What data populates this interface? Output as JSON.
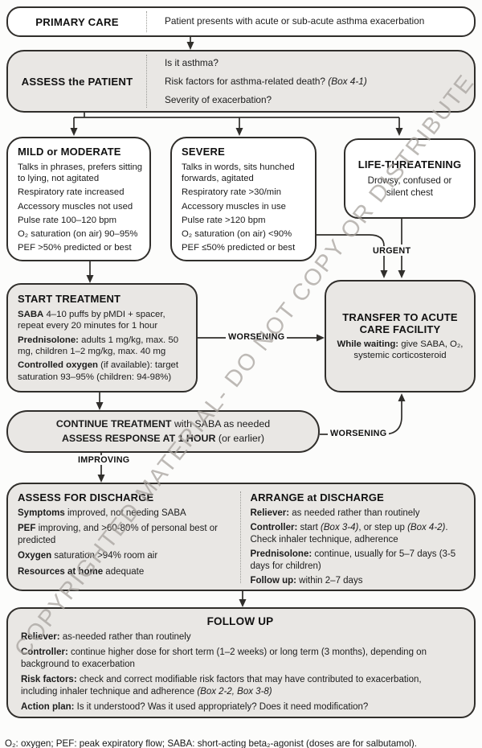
{
  "colors": {
    "box_fill": "#e9e7e4",
    "box_border": "#302e2b",
    "watermark": "#a5a09b"
  },
  "watermark": "COPYRIGHTED MATERIAL- DO NOT COPY OR DISTRIBUTE",
  "primary_care": {
    "title": "PRIMARY CARE",
    "description": "Patient presents with acute or sub-acute asthma exacerbation"
  },
  "assess_patient": {
    "title": "ASSESS the PATIENT",
    "q1": "Is it asthma?",
    "q2_text": "Risk factors for asthma-related death? ",
    "q2_ref": "(Box 4-1)",
    "q3": "Severity of exacerbation?"
  },
  "mild_moderate": {
    "title": "MILD or MODERATE",
    "items": [
      "Talks in phrases, prefers sitting to lying, not agitated",
      "Respiratory rate increased",
      "Accessory muscles not used",
      "Pulse rate 100–120 bpm",
      "O₂ saturation (on air) 90–95%",
      "PEF >50% predicted or best"
    ]
  },
  "severe": {
    "title": "SEVERE",
    "items": [
      "Talks in words, sits hunched forwards, agitated",
      "Respiratory rate >30/min",
      "Accessory muscles in use",
      "Pulse rate >120 bpm",
      "O₂ saturation (on air) <90%",
      "PEF ≤50% predicted or best"
    ]
  },
  "life_threatening": {
    "title": "LIFE-THREATENING",
    "description": "Drowsy, confused or silent chest"
  },
  "start_treatment": {
    "title": "START TREATMENT",
    "saba_label": "SABA",
    "saba_text": "  4–10 puffs by pMDI + spacer, repeat every 20 minutes for 1 hour",
    "prednisolone_label": "Prednisolone:",
    "prednisolone_text": " adults 1 mg/kg, max. 50 mg, children 1–2 mg/kg, max.  40 mg",
    "oxygen_label": "Controlled oxygen",
    "oxygen_text": " (if available): target saturation 93–95% (children: 94-98%)"
  },
  "transfer": {
    "title_line1": "TRANSFER TO ACUTE",
    "title_line2": "CARE FACILITY",
    "body_label": "While waiting:",
    "body_text": " give SABA, O₂, systemic corticosteroid"
  },
  "continue_treatment": {
    "line1_bold": "CONTINUE TREATMENT",
    "line1_rest": " with SABA as needed",
    "line2_bold": "ASSESS RESPONSE AT 1 HOUR",
    "line2_rest": " (or earlier)"
  },
  "labels": {
    "urgent": "URGENT",
    "worsening_top": "WORSENING",
    "worsening_bottom": "WORSENING",
    "improving": "IMPROVING"
  },
  "assess_discharge": {
    "title": "ASSESS FOR DISCHARGE",
    "symptoms_label": "Symptoms",
    "symptoms_text": " improved, not needing SABA",
    "pef_label": "PEF",
    "pef_text": " improving, and >60-80% of personal best or predicted",
    "oxygen_label": "Oxygen",
    "oxygen_text": " saturation >94% room air",
    "resources_label": "Resources at home",
    "resources_text": " adequate"
  },
  "arrange_discharge": {
    "title": "ARRANGE at DISCHARGE",
    "reliever_label": "Reliever:",
    "reliever_text": " as needed rather than routinely",
    "controller_label": "Controller:",
    "controller_t1": " start ",
    "controller_i1": "(Box 3-4)",
    "controller_t2": ", or step up ",
    "controller_i2": "(Box 4-2)",
    "controller_t3": ". Check inhaler technique, adherence",
    "prednisolone_label": "Prednisolone:",
    "prednisolone_text": " continue, usually for 5–7 days (3-5 days for children)",
    "followup_label": "Follow up:",
    "followup_text": " within 2–7 days"
  },
  "follow_up": {
    "title": "FOLLOW UP",
    "reliever_label": "Reliever:",
    "reliever_text": " as-needed rather than routinely",
    "controller_label": "Controller:",
    "controller_text": " continue higher dose for short term (1–2 weeks) or long term (3 months), depending on background to exacerbation",
    "risk_label": "Risk factors:",
    "risk_text": " check and correct modifiable risk factors that may have contributed to exacerbation, including inhaler technique and adherence ",
    "risk_ref": "(Box 2-2, Box 3-8)",
    "action_label": "Action plan:",
    "action_text": " Is it understood? Was it used appropriately? Does it need modification?"
  },
  "footnote": "O₂: oxygen; PEF: peak expiratory flow; SABA: short-acting beta₂-agonist (doses are for salbutamol)."
}
